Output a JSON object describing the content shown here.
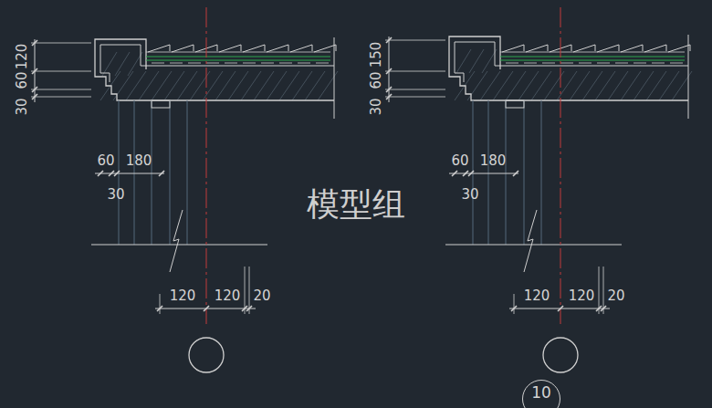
{
  "diagram": {
    "nodes": [
      {
        "text": [
          "10"
        ]
      }
    ],
    "labels": [
      "120",
      "60",
      "30",
      "150",
      "60",
      "30",
      "60",
      "180",
      "30",
      "60",
      "180",
      "30",
      "120",
      "120",
      "20",
      "120",
      "120",
      "20",
      "模型组"
    ]
  }
}
